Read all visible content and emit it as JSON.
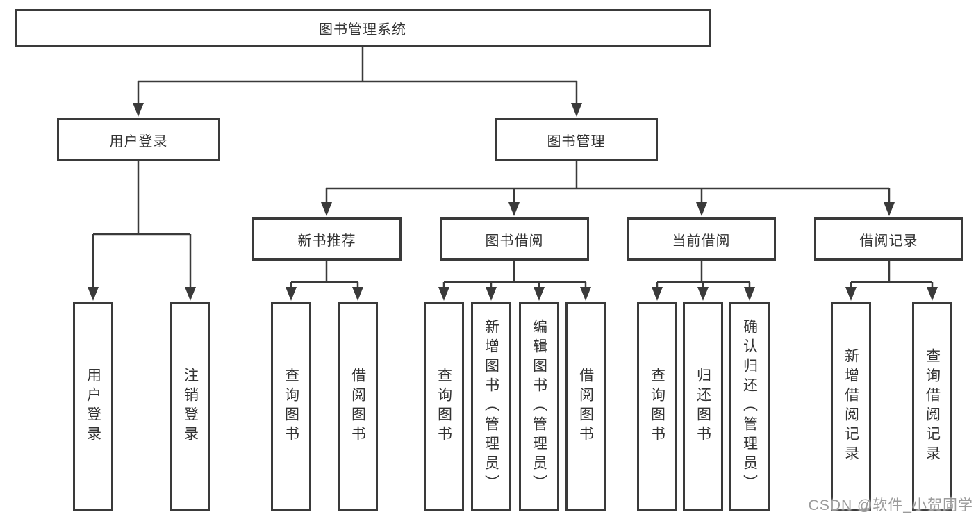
{
  "tree": {
    "root": "图书管理系统",
    "level2": {
      "user": "用户登录",
      "book": "图书管理"
    },
    "level3": {
      "recommend": "新书推荐",
      "borrow": "图书借阅",
      "current": "当前借阅",
      "records": "借阅记录"
    },
    "leaves": {
      "user": [
        "用户登录",
        "注销登录"
      ],
      "recommend": [
        "查询图书",
        "借阅图书"
      ],
      "borrow": [
        "查询图书",
        "新增图书（管理员）",
        "编辑图书（管理员）",
        "借阅图书"
      ],
      "current": [
        "查询图书",
        "归还图书",
        "确认归还（管理员）"
      ],
      "records": [
        "新增借阅记录",
        "查询借阅记录"
      ]
    }
  },
  "colors": {
    "line": "#3a3a3a",
    "text": "#333333",
    "watermark": "#9b9b9b"
  },
  "watermark": "CSDN @软件_小贺同学"
}
